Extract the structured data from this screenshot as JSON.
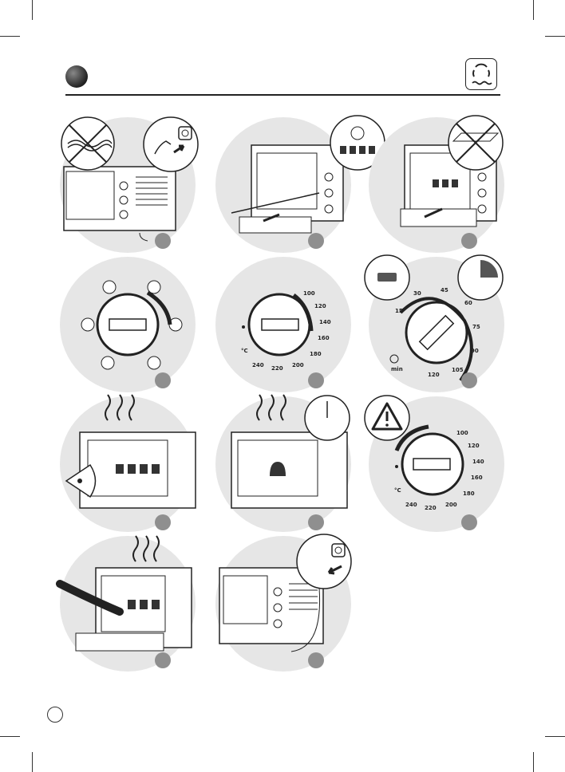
{
  "dial_temperature": {
    "ticks": [
      "100",
      "120",
      "140",
      "160",
      "180",
      "200",
      "220",
      "240"
    ],
    "unit": "°C"
  },
  "dial_timer": {
    "ticks": [
      "15",
      "30",
      "45",
      "60",
      "75",
      "90",
      "105",
      "120"
    ],
    "unit": "min"
  },
  "dial_temperature_warning": {
    "ticks": [
      "100",
      "120",
      "140",
      "160",
      "180",
      "200",
      "220",
      "240"
    ],
    "unit": "°C"
  },
  "icons": {
    "header": "fan-convection-icon",
    "warning": "warning-triangle-icon",
    "clock": "clock-icon",
    "eye": "eye-icon",
    "no_cable": "crossed-out-cable-icon",
    "plug_in": "wall-socket-plug-icon",
    "unplug": "wall-socket-unplug-icon"
  },
  "colors": {
    "panel": "#e6e6e6",
    "step_dot": "#8f8f8f",
    "ink": "#222222"
  }
}
